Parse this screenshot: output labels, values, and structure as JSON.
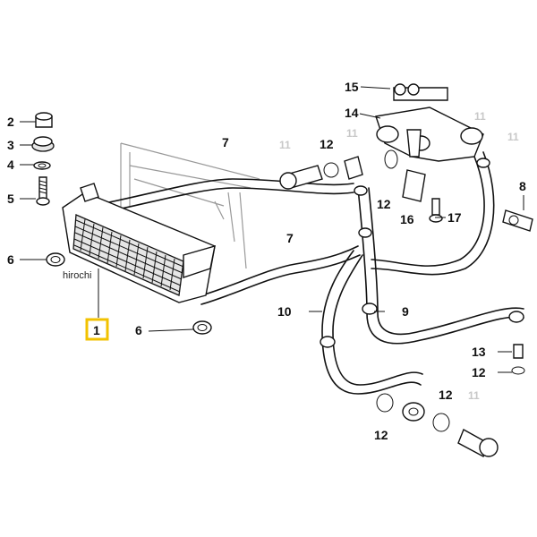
{
  "watermark": "hirochi",
  "callouts": {
    "c1": "1",
    "c2": "2",
    "c3": "3",
    "c4": "4",
    "c5": "5",
    "c6a": "6",
    "c6b": "6",
    "c7a": "7",
    "c7b": "7",
    "c8": "8",
    "c9": "9",
    "c10": "10",
    "c11a": "11",
    "c11b": "11",
    "c11c": "11",
    "c11d": "11",
    "c11e": "11",
    "c12a": "12",
    "c12b": "12",
    "c12c": "12",
    "c12d": "12",
    "c12e": "12",
    "c13": "13",
    "c14": "14",
    "c15": "15",
    "c16": "16",
    "c17": "17"
  },
  "colors": {
    "highlight": "#f2c200",
    "ink": "#111111",
    "ghost_label": "#c8c8c8"
  }
}
